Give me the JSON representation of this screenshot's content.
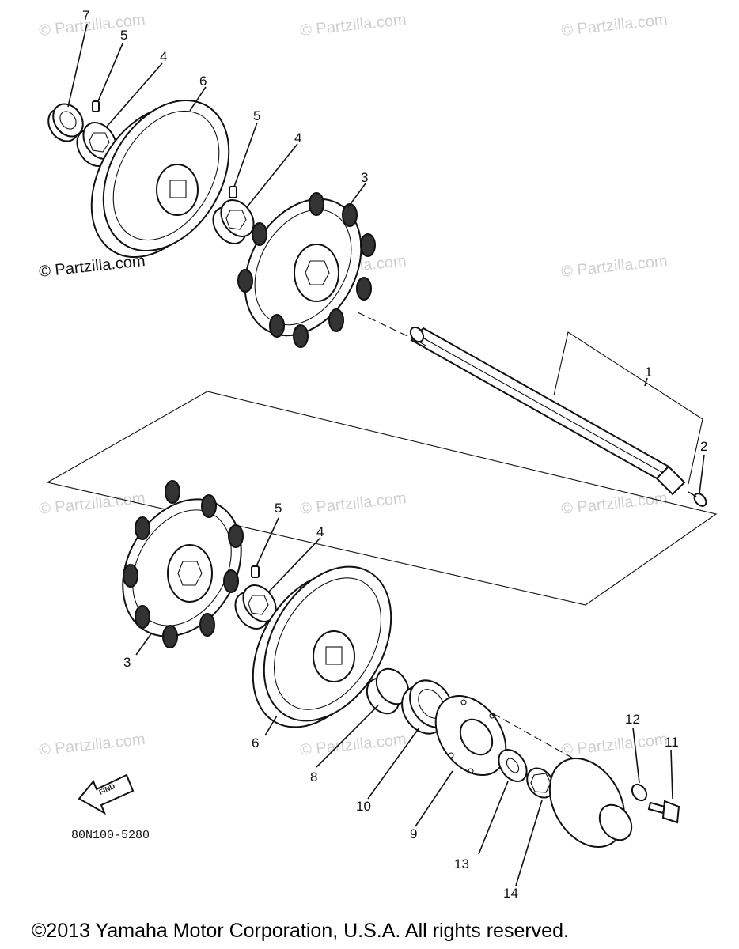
{
  "watermark": "© Partzilla.com",
  "diagram_code": "80N100-5280",
  "find_label": "FIND",
  "footer": "©2013  Yamaha Motor Corporation, U.S.A. All rights reserved.",
  "callouts": {
    "c7": "7",
    "c5a": "5",
    "c4a": "4",
    "c6a": "6",
    "c5b": "5",
    "c4b": "4",
    "c3a": "3",
    "c1": "1",
    "c2": "2",
    "c5c": "5",
    "c4c": "4",
    "c3b": "3",
    "c6b": "6",
    "c8": "8",
    "c10": "10",
    "c9": "9",
    "c12": "12",
    "c11": "11",
    "c13": "13",
    "c14": "14"
  }
}
